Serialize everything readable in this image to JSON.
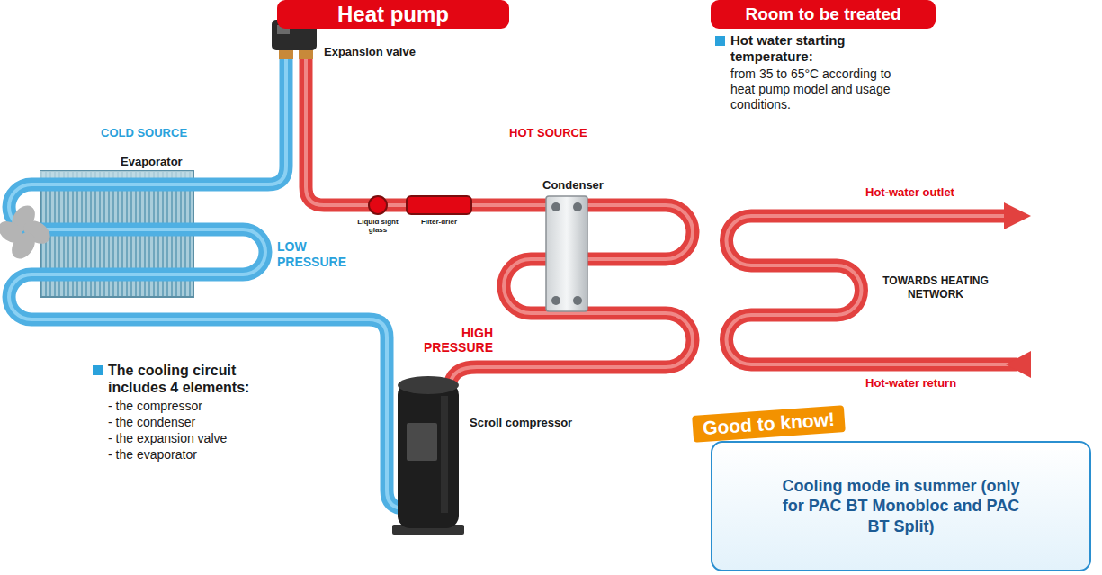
{
  "diagram": {
    "nodes": [
      {
        "text": [
          "Heat pump"
        ]
      },
      {
        "text": [
          "Room to be treated"
        ]
      },
      {
        "text": [
          "Good to know!",
          "Cooling mode in summer (only for PAC BT Monobloc and PAC BT Split)"
        ]
      }
    ],
    "labels": [
      "Hot water starting temperature:",
      "from 35 to 65°C according to heat pump model and usage conditions.",
      "COLD SOURCE",
      "Expansion valve",
      "HOT SOURCE",
      "Evaporator",
      "Condenser",
      "Hot-water outlet",
      "LOW PRESSURE",
      "Liquid sight glass",
      "Filter-drier",
      "HIGH PRESSURE",
      "TOWARDS HEATING NETWORK",
      "The cooling circuit includes 4 elements:",
      "- the compressor",
      "- the condenser",
      "- the expansion valve",
      "- the evaporator",
      "Hot-water return",
      "Scroll compressor"
    ]
  }
}
